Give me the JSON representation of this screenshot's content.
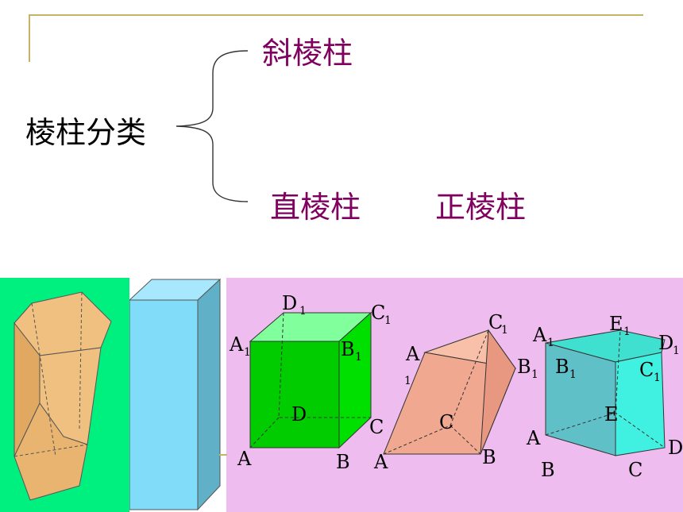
{
  "classification": {
    "label": "棱柱分类",
    "oblique": "斜棱柱",
    "right": "直棱柱",
    "regular": "正棱柱"
  },
  "colors": {
    "oblique_text": "#800060",
    "panel_green": "#00f080",
    "panel_pink": "#eebcee",
    "prism_orange": "#f0c080",
    "prism_blue": "#80dcf8",
    "cube_green": "#00cc00",
    "prism_salmon": "#f0a890",
    "prism_teal": "#40e0d0"
  },
  "icons": {
    "brace": "left-curly-brace",
    "oblique_prism": "oblique-pentagonal-prism-icon",
    "rectangular_prism": "right-rectangular-prism-icon"
  },
  "figures": {
    "cube": {
      "top_left": "A",
      "top_right": "B",
      "top_back_left": "D",
      "top_back_right": "C",
      "bottom_left": "A",
      "bottom_right": "B",
      "bottom_back_left": "D",
      "bottom_back_right": "C",
      "sub": "1"
    },
    "triangular": {
      "top_a": "A",
      "top_b": "B",
      "top_c": "C",
      "bot_a": "A",
      "bot_b": "B",
      "bot_c": "C",
      "sub": "1",
      "a_sub_below": "1"
    },
    "pentagonal": {
      "top_a": "A",
      "top_b": "B",
      "top_c": "C",
      "top_d": "D",
      "top_e": "E",
      "bot_a": "A",
      "bot_b": "B",
      "bot_c": "C",
      "bot_d": "D",
      "bot_e": "E",
      "sub": "1"
    }
  }
}
